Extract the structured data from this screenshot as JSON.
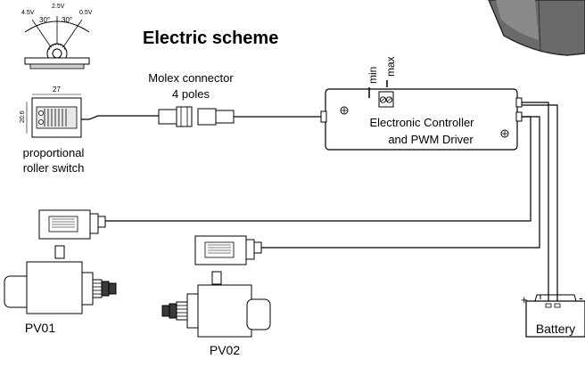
{
  "title": "Electric scheme",
  "switch": {
    "angle_labels": [
      "4.5V",
      "2.5V",
      "0.5V"
    ],
    "degree_labels": [
      "30°",
      "30°"
    ],
    "dim_width": "27",
    "dim_height": "20.6",
    "label_line1": "proportional",
    "label_line2": "roller switch"
  },
  "connector": {
    "label_line1": "Molex connector",
    "label_line2": "4 poles"
  },
  "controller": {
    "label_line1": "Electronic Controller",
    "label_line2": "and PWM Driver",
    "trim_min": "min",
    "trim_max": "max"
  },
  "valves": [
    {
      "label": "PV01"
    },
    {
      "label": "PV02"
    }
  ],
  "battery": {
    "label": "Battery",
    "plus": "+",
    "minus": "-"
  }
}
